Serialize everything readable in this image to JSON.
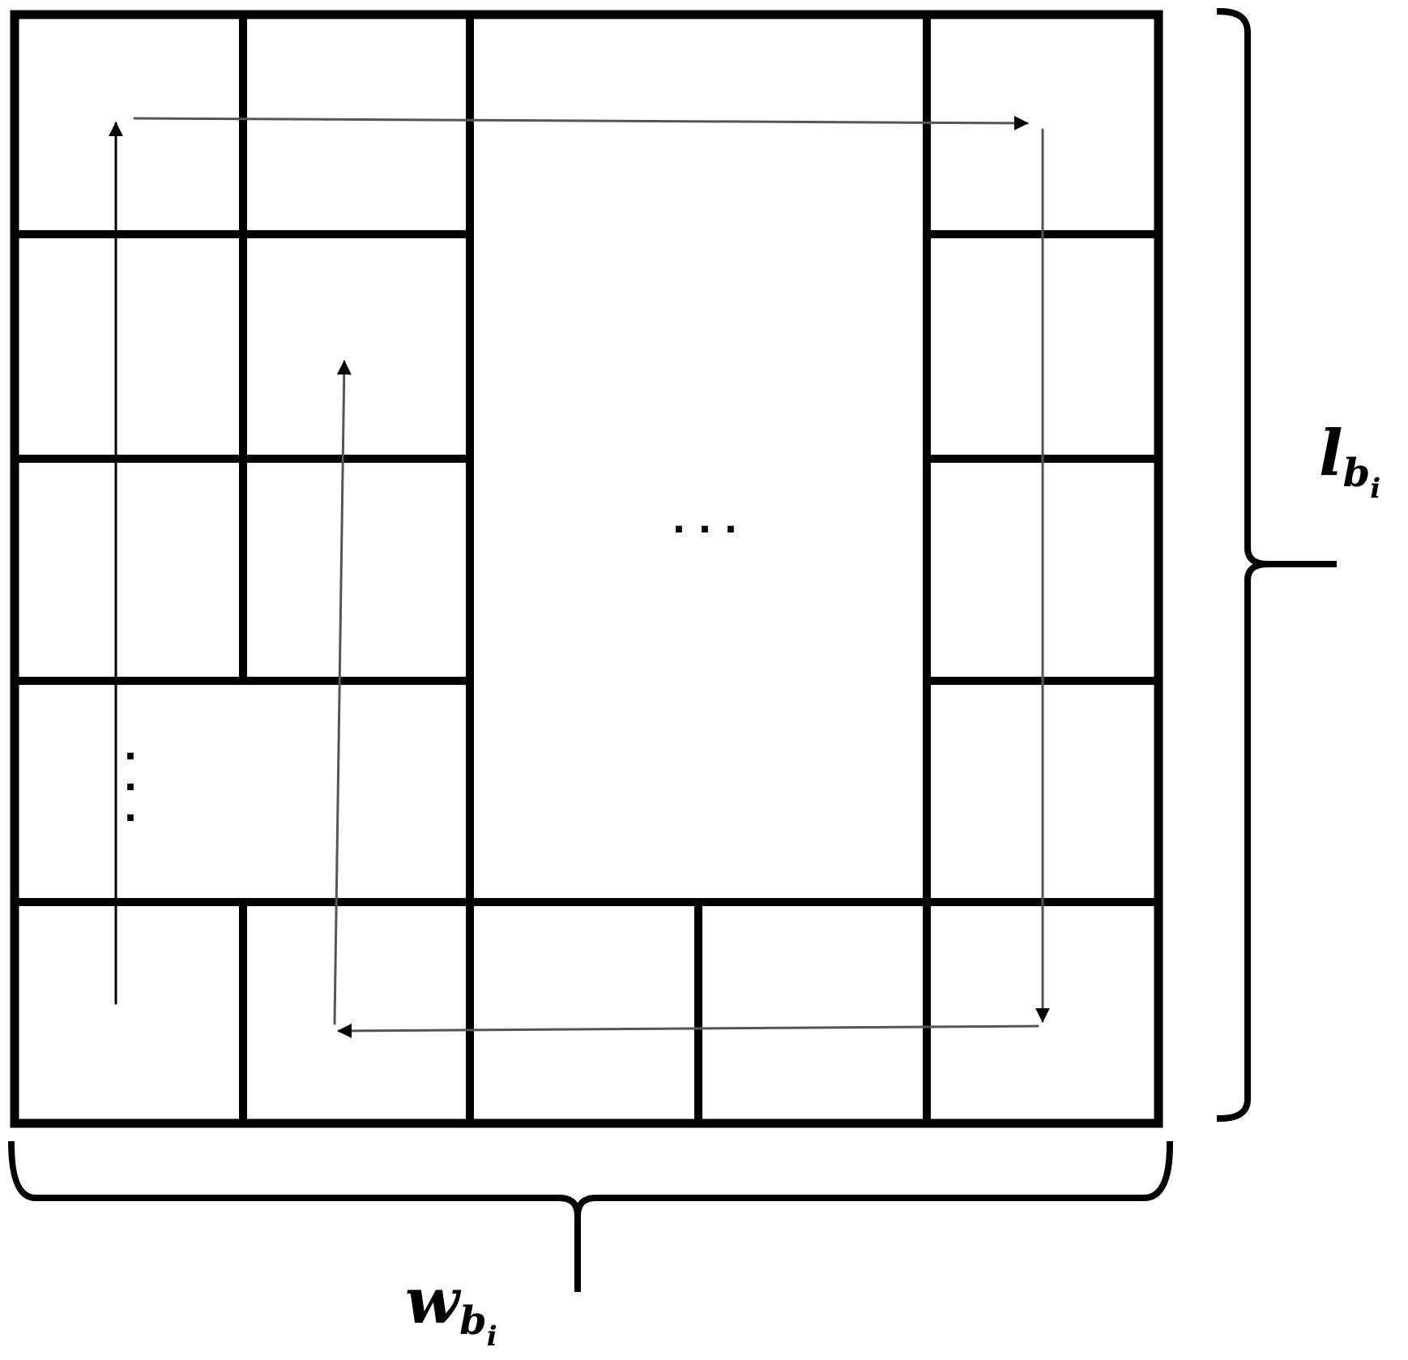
{
  "diagram": {
    "labels": {
      "length": {
        "symbol": "l",
        "subscript": "b",
        "sub_subscript": "i"
      },
      "width": {
        "symbol": "w",
        "subscript": "b",
        "sub_subscript": "i"
      }
    },
    "ellipsis_horizontal": "· · ·",
    "ellipsis_vertical": [
      "·",
      "·",
      "·"
    ]
  },
  "colors": {
    "grid": "#000000",
    "path_dark": "#000000",
    "path_gray": "#555555",
    "background": "#ffffff"
  }
}
